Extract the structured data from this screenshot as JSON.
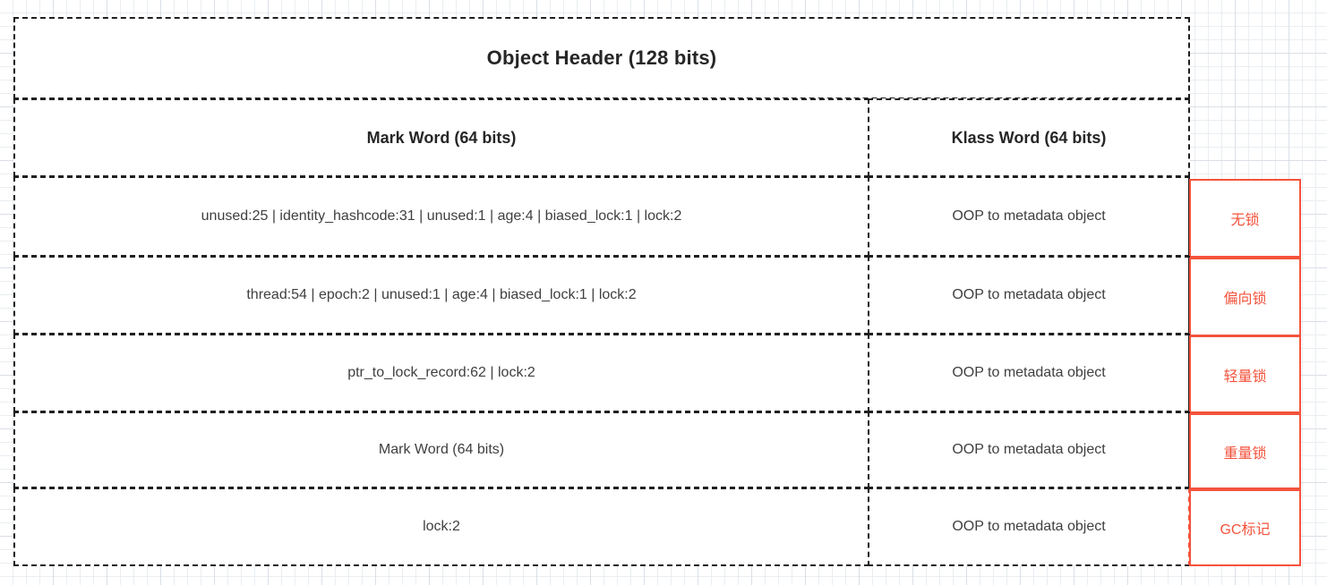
{
  "diagram": {
    "title": "Object Header (128 bits)",
    "columns": {
      "mark_word": "Mark Word (64 bits)",
      "klass_word": "Klass Word (64 bits)"
    },
    "colors": {
      "border_dark": "#1f1f1f",
      "accent_red": "#f4533c",
      "text": "#3f3f3f",
      "grid_line": "#e9edf1",
      "grid_line_major": "#cdd4dc",
      "background": "#ffffff"
    },
    "rows": [
      {
        "mark_word": "unused:25 | identity_hashcode:31 | unused:1 | age:4 | biased_lock:1 | lock:2",
        "klass_word": "OOP to metadata object",
        "state": "无锁"
      },
      {
        "mark_word": "thread:54 | epoch:2 | unused:1 | age:4 | biased_lock:1 | lock:2",
        "klass_word": "OOP to metadata object",
        "state": "偏向锁"
      },
      {
        "mark_word": "ptr_to_lock_record:62 | lock:2",
        "klass_word": "OOP to metadata object",
        "state": "轻量锁"
      },
      {
        "mark_word": "Mark Word (64 bits)",
        "klass_word": "OOP to metadata object",
        "state": "重量锁"
      },
      {
        "mark_word": "lock:2",
        "klass_word": "OOP to metadata object",
        "state": "GC标记"
      }
    ]
  }
}
